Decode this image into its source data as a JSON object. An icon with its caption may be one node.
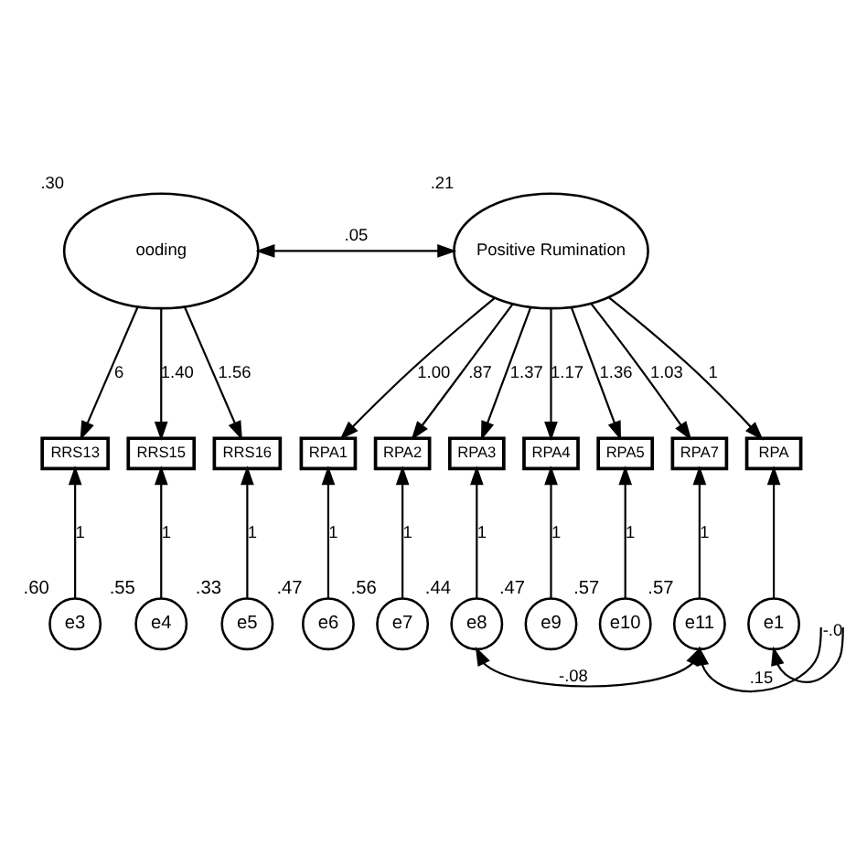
{
  "diagram": {
    "nodes": [
      {
        "text": [
          "ooding"
        ],
        "beside": [
          ".30"
        ]
      },
      {
        "text": [
          "Positive Rumination"
        ],
        "beside": [
          ".21"
        ]
      },
      {
        "text": [
          "RRS13"
        ]
      },
      {
        "text": [
          "RRS15"
        ]
      },
      {
        "text": [
          "RRS16"
        ]
      },
      {
        "text": [
          "RPA1"
        ]
      },
      {
        "text": [
          "RPA2"
        ]
      },
      {
        "text": [
          "RPA3"
        ]
      },
      {
        "text": [
          "RPA4"
        ]
      },
      {
        "text": [
          "RPA5"
        ]
      },
      {
        "text": [
          "RPA7"
        ]
      },
      {
        "text": [
          "RPA"
        ]
      },
      {
        "text": [
          "e3"
        ],
        "beside": [
          ".60"
        ]
      },
      {
        "text": [
          "e4"
        ],
        "beside": [
          ".55"
        ]
      },
      {
        "text": [
          "e5"
        ],
        "beside": [
          ".33"
        ]
      },
      {
        "text": [
          "e6"
        ],
        "beside": [
          ".47"
        ]
      },
      {
        "text": [
          "e7"
        ],
        "beside": [
          ".56"
        ]
      },
      {
        "text": [
          "e8"
        ],
        "beside": [
          ".44"
        ]
      },
      {
        "text": [
          "e9"
        ],
        "beside": [
          ".47"
        ]
      },
      {
        "text": [
          "e10"
        ],
        "beside": [
          ".57"
        ]
      },
      {
        "text": [
          "e11"
        ],
        "beside": [
          ".57"
        ]
      },
      {
        "text": [
          "e1"
        ]
      }
    ],
    "edges": [
      {
        "from": 0,
        "to": 1,
        "arrow": "both",
        "label": ".05"
      },
      {
        "from": 0,
        "to": 2,
        "arrow": "to",
        "label": "6"
      },
      {
        "from": 0,
        "to": 3,
        "arrow": "to",
        "label": "1.40"
      },
      {
        "from": 0,
        "to": 4,
        "arrow": "to",
        "label": "1.56"
      },
      {
        "from": 1,
        "to": 5,
        "arrow": "to",
        "label": "1.00"
      },
      {
        "from": 1,
        "to": 6,
        "arrow": "to",
        "label": ".87"
      },
      {
        "from": 1,
        "to": 7,
        "arrow": "to",
        "label": "1.37"
      },
      {
        "from": 1,
        "to": 8,
        "arrow": "to",
        "label": "1.17"
      },
      {
        "from": 1,
        "to": 9,
        "arrow": "to",
        "label": "1.36"
      },
      {
        "from": 1,
        "to": 10,
        "arrow": "to",
        "label": "1.03"
      },
      {
        "from": 1,
        "to": 11,
        "arrow": "to",
        "label": "1"
      },
      {
        "from": 12,
        "to": 2,
        "arrow": "to",
        "label": "1"
      },
      {
        "from": 13,
        "to": 3,
        "arrow": "to",
        "label": "1"
      },
      {
        "from": 14,
        "to": 4,
        "arrow": "to",
        "label": "1"
      },
      {
        "from": 15,
        "to": 5,
        "arrow": "to",
        "label": "1"
      },
      {
        "from": 16,
        "to": 6,
        "arrow": "to",
        "label": "1"
      },
      {
        "from": 17,
        "to": 7,
        "arrow": "to",
        "label": "1"
      },
      {
        "from": 18,
        "to": 8,
        "arrow": "to",
        "label": "1"
      },
      {
        "from": 19,
        "to": 9,
        "arrow": "to",
        "label": "1"
      },
      {
        "from": 20,
        "to": 10,
        "arrow": "to",
        "label": "1"
      },
      {
        "from": 21,
        "to": 11,
        "arrow": "to"
      },
      {
        "from": 17,
        "to": 20,
        "arrow": "both",
        "label": "-.08"
      },
      {
        "from": null,
        "to": 20,
        "arrow": "to",
        "label": ".15"
      },
      {
        "from": null,
        "to": 21,
        "arrow": "to",
        "label": "-.0"
      }
    ]
  }
}
